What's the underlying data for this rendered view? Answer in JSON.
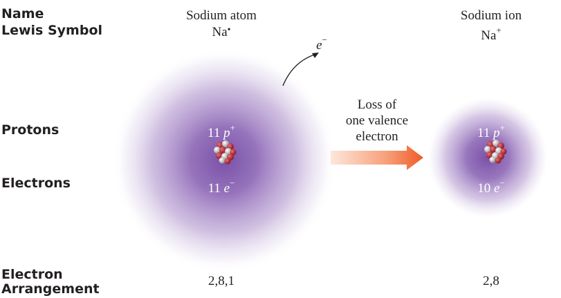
{
  "row_labels": {
    "name": "Name",
    "lewis_symbol": "Lewis Symbol",
    "protons": "Protons",
    "electrons": "Electrons",
    "electron_arrangement_line1": "Electron",
    "electron_arrangement_line2": "Arrangement"
  },
  "atom": {
    "name": "Sodium atom",
    "lewis_base": "Na",
    "lewis_mark": "•",
    "protons_count": "11",
    "protons_symbol": "p",
    "protons_charge": "+",
    "electrons_count": "11",
    "electrons_symbol": "e",
    "electrons_charge": "−",
    "arrangement": "2,8,1"
  },
  "ejected_electron": {
    "symbol": "e",
    "charge": "−"
  },
  "process": {
    "line1": "Loss of",
    "line2": "one valence",
    "line3": "electron"
  },
  "ion": {
    "name": "Sodium ion",
    "lewis_base": "Na",
    "lewis_mark": "+",
    "protons_count": "11",
    "protons_symbol": "p",
    "protons_charge": "+",
    "electrons_count": "10",
    "electrons_symbol": "e",
    "electrons_charge": "−",
    "arrangement": "2,8"
  },
  "colors": {
    "cloud_core": "#7a50a8",
    "arrow_start": "#fde7dc",
    "arrow_end": "#f05a28",
    "nucleus_red": "#b0202a",
    "nucleus_gray": "#d8d8d8",
    "text": "#231f20"
  }
}
